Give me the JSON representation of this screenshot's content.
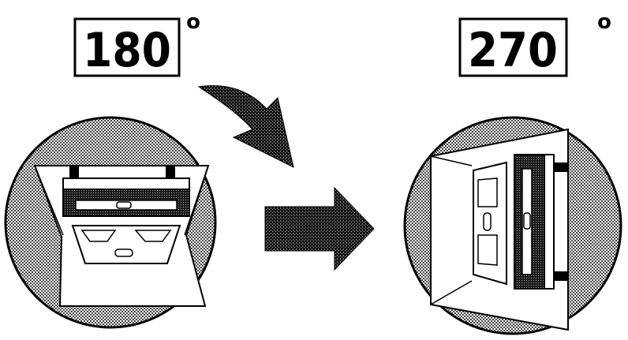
{
  "left_panel": {
    "angle_value": "180",
    "degree_mark": "o"
  },
  "right_panel": {
    "angle_value": "270",
    "degree_mark": "o"
  },
  "colors": {
    "ink": "#000000",
    "paper": "#ffffff",
    "halftone_light": "#c8c8c8",
    "halftone_dark": "#3a3a3a"
  },
  "icons": {
    "rotation_arrow": "curved-arrow-icon",
    "transition_arrow": "right-arrow-icon"
  }
}
